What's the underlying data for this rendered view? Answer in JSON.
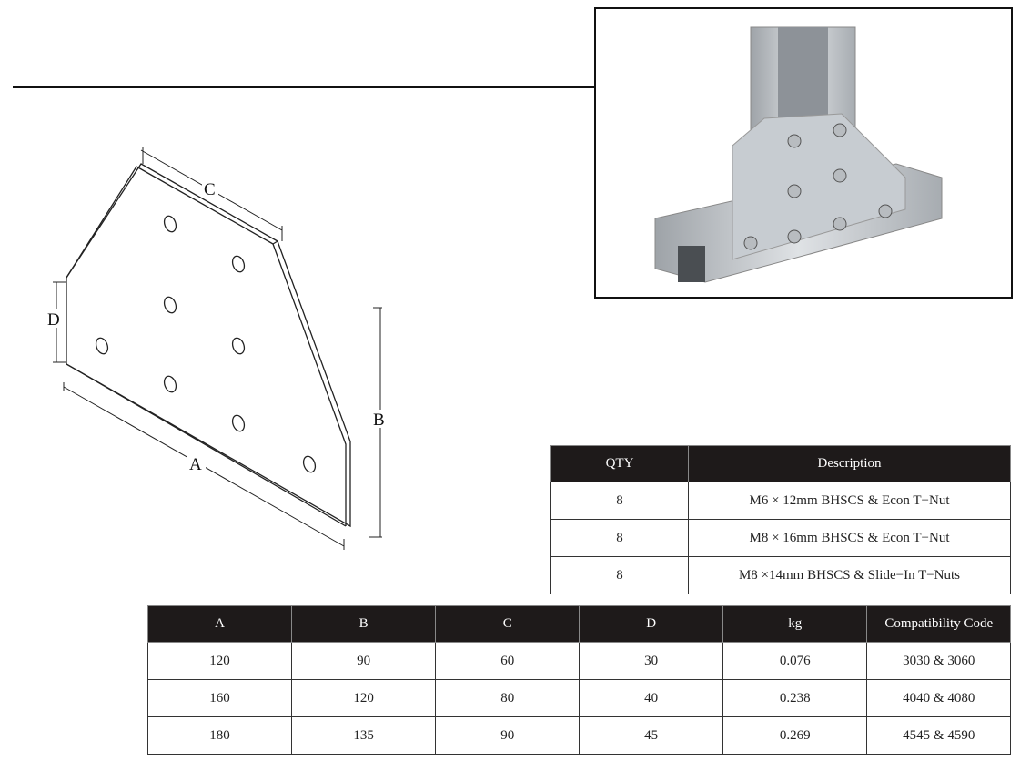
{
  "drawing": {
    "labels": {
      "a": "A",
      "b": "B",
      "c": "C",
      "d": "D"
    }
  },
  "parts_table": {
    "headers": [
      "QTY",
      "Description"
    ],
    "rows": [
      [
        "8",
        "M6 × 12mm BHSCS & Econ T−Nut"
      ],
      [
        "8",
        "M8 × 16mm BHSCS & Econ T−Nut"
      ],
      [
        "8",
        "M8 ×14mm BHSCS & Slide−In T−Nuts"
      ]
    ]
  },
  "spec_table": {
    "headers": [
      "A",
      "B",
      "C",
      "D",
      "kg",
      "Compatibility Code"
    ],
    "rows": [
      [
        "120",
        "90",
        "60",
        "30",
        "0.076",
        "3030 & 3060"
      ],
      [
        "160",
        "120",
        "80",
        "40",
        "0.238",
        "4040 & 4080"
      ],
      [
        "180",
        "135",
        "90",
        "45",
        "0.269",
        "4545 & 4590"
      ]
    ]
  }
}
